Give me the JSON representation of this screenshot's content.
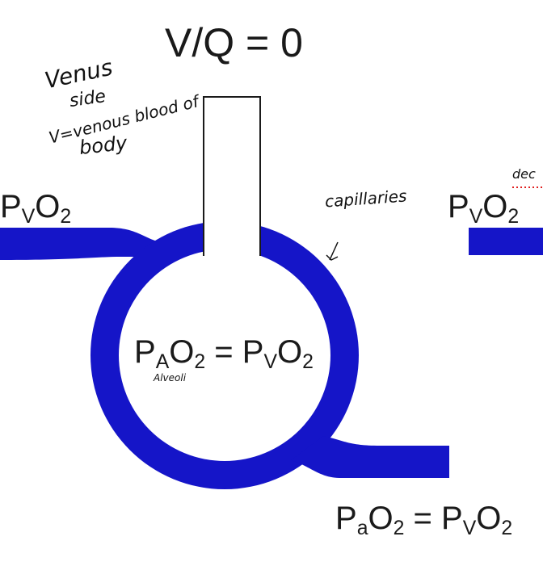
{
  "title": "V/Q = 0",
  "labels": {
    "pv_left": {
      "main": "P",
      "sub": "V",
      "tail": "O",
      "sub2": "2"
    },
    "pv_right": {
      "main": "P",
      "sub": "V",
      "tail": "O",
      "sub2": "2"
    },
    "alveolar": {
      "p1": "P",
      "s1": "A",
      "o1": "O",
      "n1": "2",
      "eq": " = ",
      "p2": "P",
      "s2": "V",
      "o2": "O",
      "n2": "2"
    },
    "arterial": {
      "p1": "P",
      "s1": "a",
      "o1": "O",
      "n1": "2",
      "eq": " = ",
      "p2": "P",
      "s2": "V",
      "o2": "O",
      "n2": "2"
    }
  },
  "handwritten": {
    "alveoli": "Alveoli",
    "capillaries": "capillaries",
    "venous_line1": "Venus",
    "venous_line2": "side",
    "venous_line3": "V=venous blood of",
    "venous_line4": "body",
    "dec": "dec"
  },
  "colors": {
    "blood_vessel": "#1515c8",
    "outline": "#1a1a1a",
    "correction_underline": "#e02020"
  }
}
